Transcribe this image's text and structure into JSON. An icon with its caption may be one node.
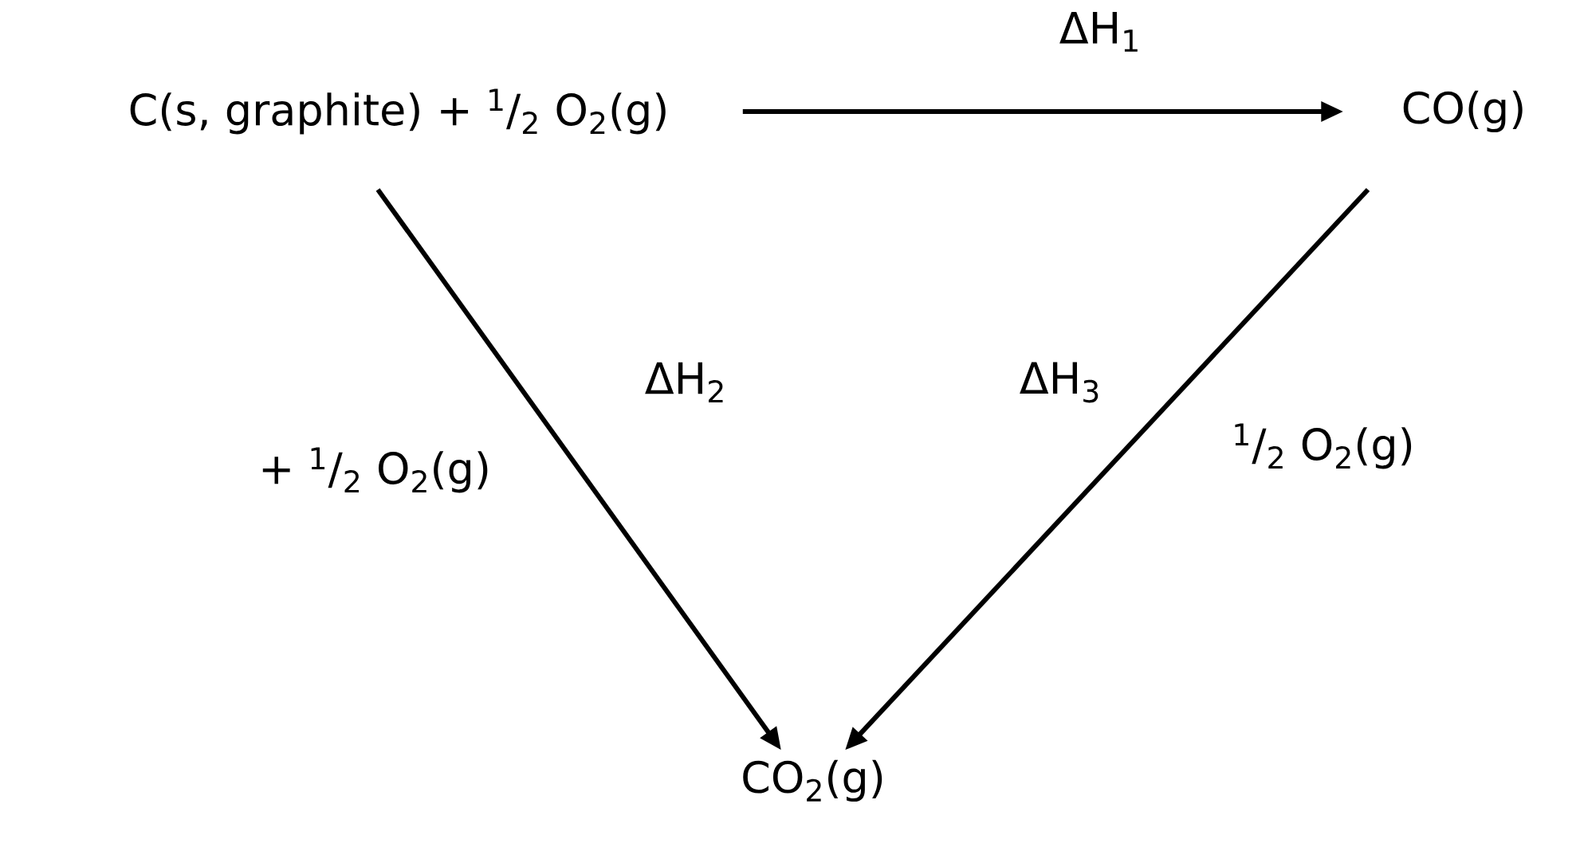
{
  "diagram": {
    "nodes": [
      {
        "text": [
          "C(s, graphite) + $^{1}$/$_{2}$ O$_{2}$(g)"
        ]
      },
      {
        "text": [
          "CO(g)"
        ]
      },
      {
        "text": [
          "CO$_{2}$(g)"
        ]
      }
    ],
    "edges": [
      {
        "from": 0,
        "to": 1,
        "arrow": "to",
        "label": "ΔH$_{1}$"
      },
      {
        "from": 0,
        "to": 2,
        "arrow": "to",
        "label": "ΔH$_{2}$"
      },
      {
        "from": 1,
        "to": 2,
        "arrow": "to",
        "label": "ΔH$_{3}$"
      }
    ],
    "labels": [
      "+ $^{1}$/$_{2}$ O$_{2}$(g)",
      "$^{1}$/$_{2}$ O$_{2}$(g)"
    ]
  }
}
